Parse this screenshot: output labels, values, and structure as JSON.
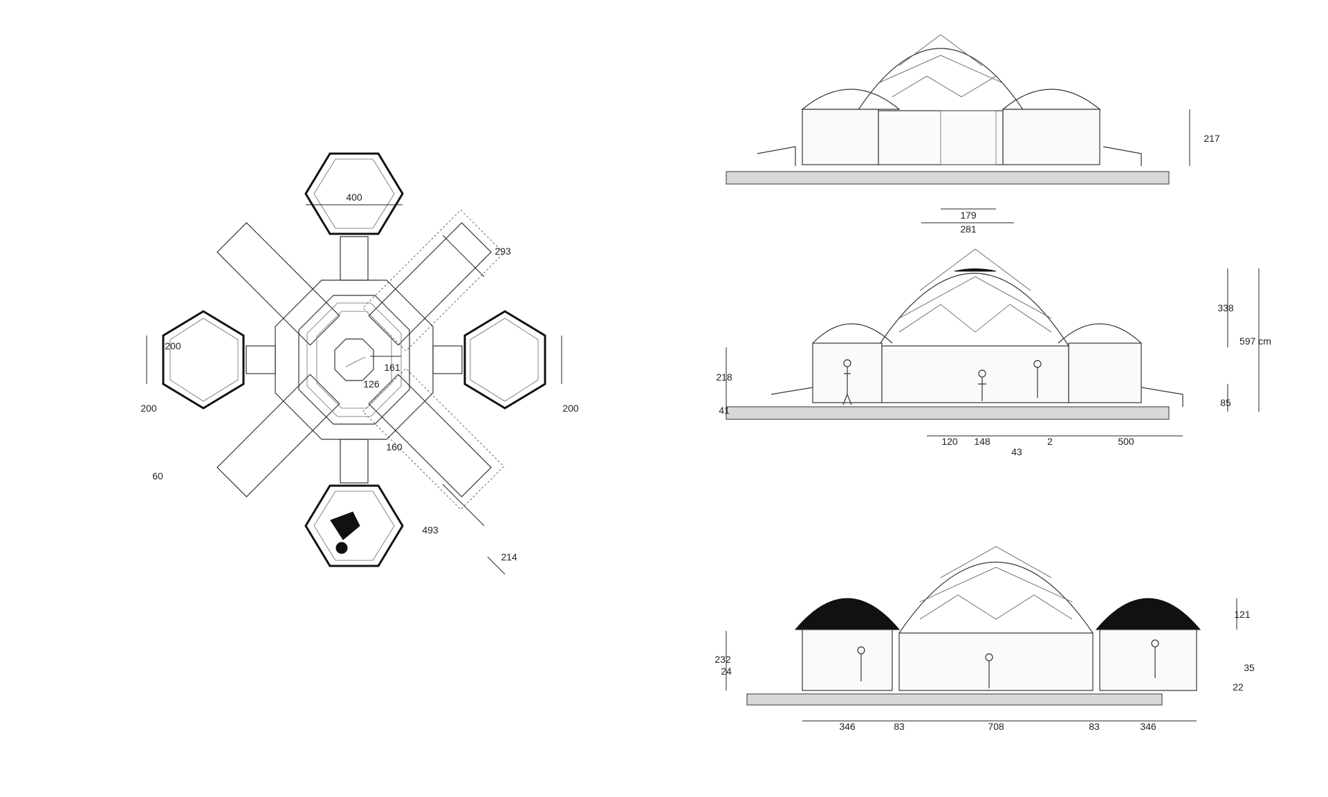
{
  "plan": {
    "dims": {
      "top_width": "400",
      "diag_top_right": "293",
      "left_module_depth": "200",
      "left_module_height": "200",
      "right_module_height": "200",
      "left_small": "60",
      "inner_1": "161",
      "inner_2": "126",
      "inner_3": "160",
      "diag_bottom_right": "493",
      "ramp_width": "214"
    }
  },
  "elevation_top": {
    "dims": {
      "height": "217",
      "door_inner": "179",
      "door_outer": "281"
    }
  },
  "section_middle": {
    "dims": {
      "dome_height": "338",
      "total_height": "597 cm",
      "wall_height": "218",
      "base": "41",
      "rail_height": "85",
      "d120": "120",
      "d148": "148",
      "d43": "43",
      "d2": "2",
      "d500": "500"
    }
  },
  "section_bottom": {
    "dims": {
      "wall_height": "232",
      "step": "24",
      "cap_height": "121",
      "r35": "35",
      "r22": "22",
      "w346_left": "346",
      "w83_left": "83",
      "w708": "708",
      "w83_right": "83",
      "w346_right": "346"
    }
  }
}
